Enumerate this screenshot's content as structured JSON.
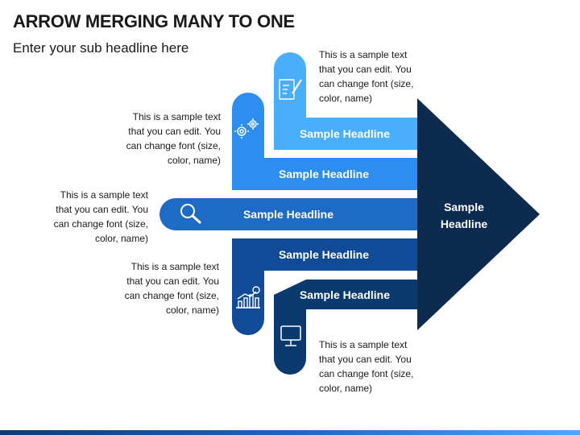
{
  "header": {
    "title": "ARROW MERGING MANY TO ONE",
    "subtitle": "Enter your sub headline here"
  },
  "center": {
    "headline_line1": "Sample",
    "headline_line2": "Headline"
  },
  "arms": [
    {
      "headline": "Sample Headline",
      "icon": "edit-document-icon",
      "color": "#4aaeff",
      "desc": [
        "This is a sample text",
        "that you can edit. You",
        "can change font (size,",
        "color, name)"
      ]
    },
    {
      "headline": "Sample Headline",
      "icon": "gears-icon",
      "color": "#2b8ef0",
      "desc": [
        "This is a sample text",
        "that you can edit. You",
        "can change font (size,",
        "color, name)"
      ]
    },
    {
      "headline": "Sample Headline",
      "icon": "search-icon",
      "color": "#1d6bc7",
      "desc": [
        "This is a sample text",
        "that you can edit. You",
        "can change font (size,",
        "color, name)"
      ]
    },
    {
      "headline": "Sample Headline",
      "icon": "growth-chart-icon",
      "color": "#114a96",
      "desc": [
        "This is a sample text",
        "that you can edit. You",
        "can change font (size,",
        "color, name)"
      ]
    },
    {
      "headline": "Sample Headline",
      "icon": "monitor-icon",
      "color": "#0b3a6e",
      "desc": [
        "This is a sample text",
        "that you can edit. You",
        "can change font (size,",
        "color, name)"
      ]
    }
  ],
  "colors": {
    "arrow_head": "#0d2a4f",
    "footer_start": "#0b3a78",
    "footer_end": "#49a9ff"
  }
}
